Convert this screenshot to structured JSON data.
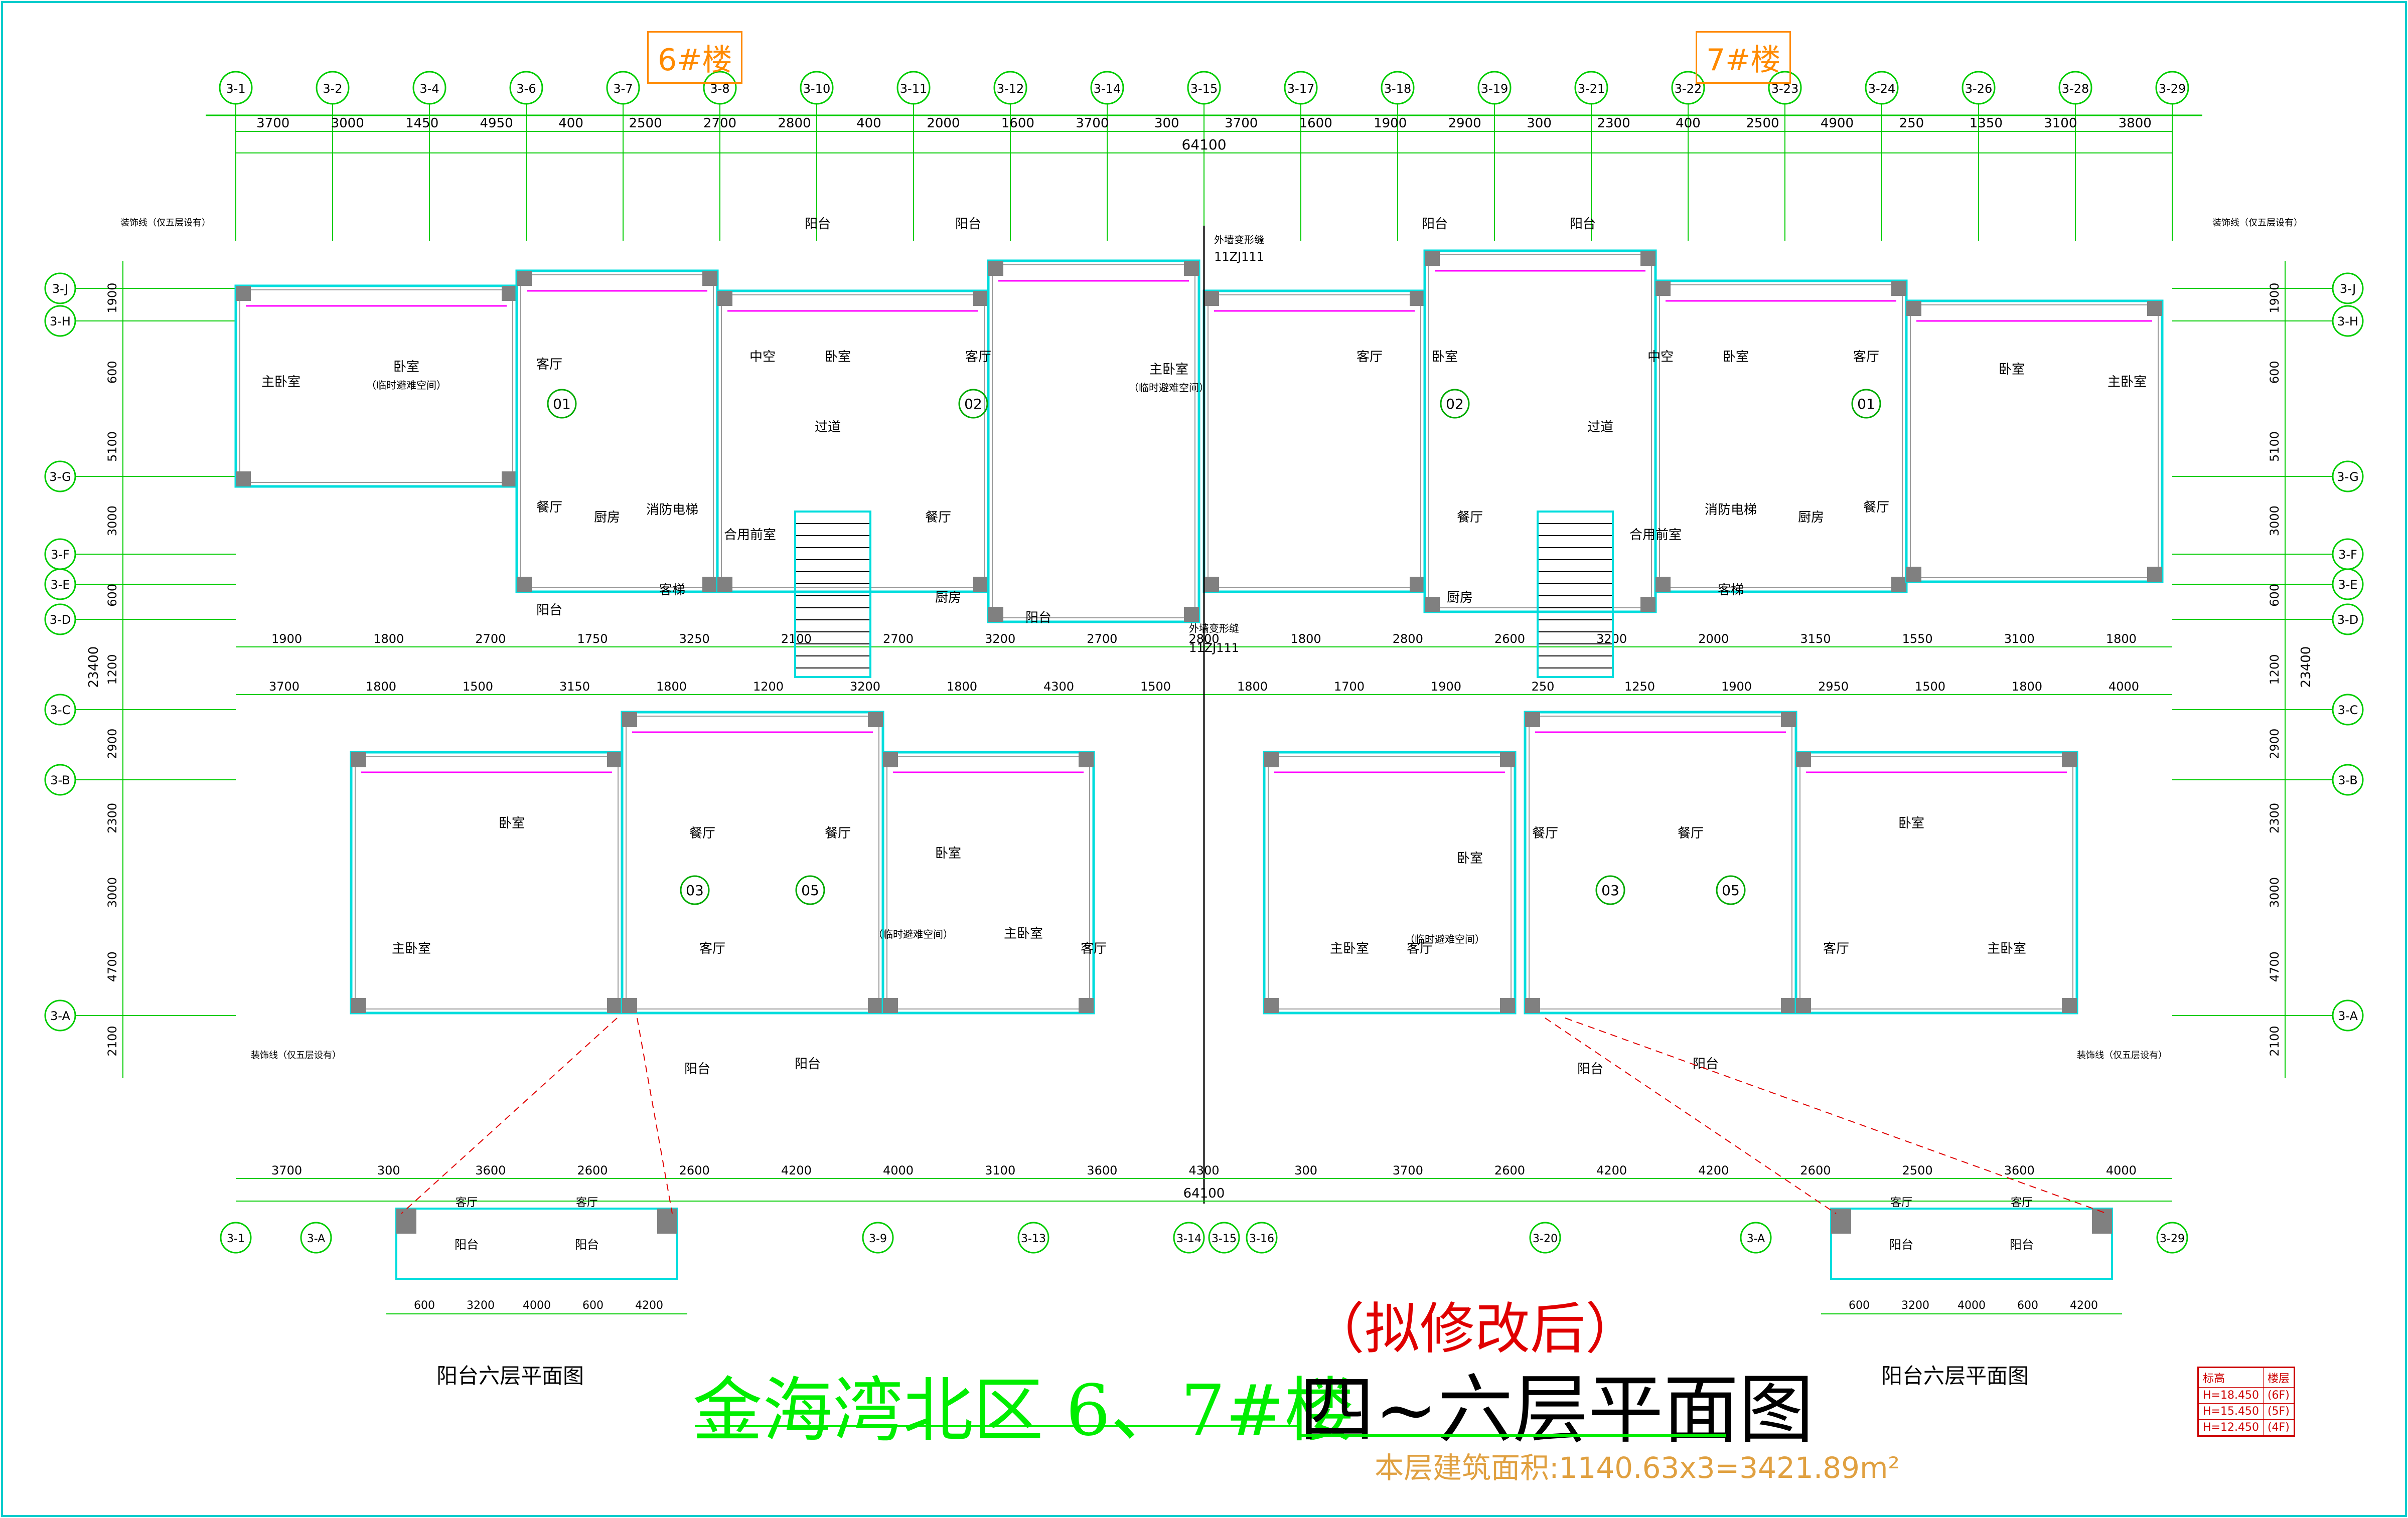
{
  "title": {
    "project": "金海湾北区 6、7#楼",
    "floor": "四~六层平面图",
    "revision": "（拟修改后）",
    "area_note": "本层建筑面积:1140.63x3=3421.89m²"
  },
  "building_tags": [
    "6#楼",
    "7#楼"
  ],
  "overall_dim": "64100",
  "depth_dim": "23400",
  "top_axes": [
    "3-1",
    "3-2",
    "3-4",
    "3-6",
    "3-7",
    "3-8",
    "3-10",
    "3-11",
    "3-12",
    "3-14",
    "3-15",
    "3-17",
    "3-18",
    "3-19",
    "3-21",
    "3-22",
    "3-23",
    "3-24",
    "3-26",
    "3-28",
    "3-29"
  ],
  "top_dims": [
    "3700",
    "3000",
    "1450",
    "4950",
    "400",
    "2500",
    "2700",
    "2800",
    "400",
    "2000",
    "1600",
    "3700",
    "300",
    "3700",
    "1600",
    "1900",
    "2900",
    "300",
    "2300",
    "400",
    "2500",
    "4900",
    "250",
    "1350",
    "3100",
    "3800"
  ],
  "left_axes": [
    "3-J",
    "3-H",
    "3-G",
    "3-F",
    "3-E",
    "3-D",
    "3-C",
    "3-B",
    "3-A"
  ],
  "left_dims": [
    "1900",
    "600",
    "5100",
    "3000",
    "600",
    "1200",
    "2900",
    "2300",
    "3000",
    "4700",
    "2100"
  ],
  "mid_dims_row1": [
    "1900",
    "1800",
    "2700",
    "1750",
    "3250",
    "2100",
    "2700",
    "3200",
    "2700",
    "2800",
    "1800",
    "2800",
    "2600",
    "3200",
    "2000",
    "3150",
    "1550",
    "3100",
    "1800"
  ],
  "mid_dims_row2": [
    "3700",
    "1800",
    "1500",
    "3150",
    "1800",
    "1200",
    "3200",
    "1800",
    "4300",
    "1500",
    "1800",
    "1700",
    "1900",
    "250",
    "1250",
    "1900",
    "2950",
    "1500",
    "1800",
    "4000"
  ],
  "bottom_dims": [
    "3700",
    "300",
    "3600",
    "2600",
    "2600",
    "4200",
    "4000",
    "3100",
    "3600",
    "4300",
    "300",
    "3700",
    "2600",
    "4200",
    "4200",
    "2600",
    "2500",
    "3600",
    "4000"
  ],
  "bottom_axes": [
    "3-1",
    "3-A",
    "3-9",
    "3-13",
    "3-14",
    "3-15",
    "3-16",
    "3-20",
    "3-A",
    "3-29"
  ],
  "unit_ids": [
    "01",
    "02",
    "02",
    "01",
    "03",
    "05",
    "03",
    "05"
  ],
  "rooms": {
    "living": "客厅",
    "dining": "餐厅",
    "bedroom": "卧室",
    "master": "主卧室",
    "kitchen": "厨房",
    "balcony": "阳台",
    "void": "中空",
    "corridor": "过道",
    "front_room": "合用前室",
    "elevator": "客梯",
    "fire_elevator": "消防电梯",
    "shelter": "（临时避难空间）"
  },
  "annotations": {
    "decor_line": "装饰线（仅五层设有）",
    "ext_wall": "外墙变形缝",
    "ref": "11ZJ111",
    "h_mark": "H"
  },
  "balcony_plan_title": "阳台六层平面图",
  "balcony_dims": [
    "600",
    "3200",
    "4000",
    "600",
    "4200"
  ],
  "elevation_table": [
    {
      "elev": "H=18.450",
      "floor": "(6F)"
    },
    {
      "elev": "H=15.450",
      "floor": "(5F)"
    },
    {
      "elev": "H=12.450",
      "floor": "(4F)"
    }
  ],
  "elevation_table_headers": [
    "标高",
    "楼层"
  ],
  "colors": {
    "dim_line": "#00cc00",
    "wall": "#00dddd",
    "column": "#808080",
    "window": "#ff00ff",
    "tag": "#ff8a00",
    "text_red": "#e00000",
    "title_green": "#00ee00"
  }
}
